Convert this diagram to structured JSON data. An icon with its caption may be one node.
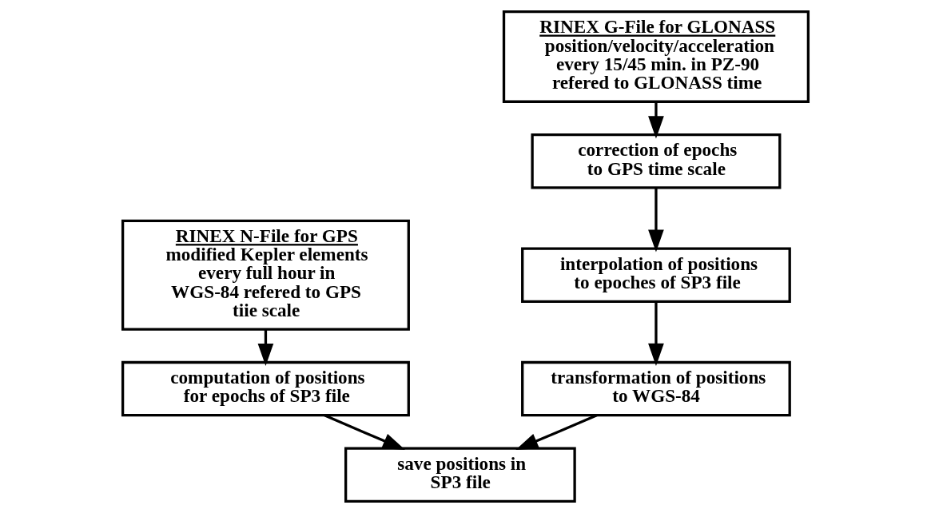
{
  "diagram": {
    "nodes": [
      {
        "text": [
          "RINEX N-File for GPS",
          "modified Kepler elements every full hour in WGS-84 refered to GPS tiie scale"
        ]
      },
      {
        "text": [
          "RINEX G-File for GLONASS",
          "position/velocity/acceleration every 15/45 min. in PZ-90 refered to GLONASS time"
        ]
      },
      {
        "text": [
          "computation of positions for epochs of SP3 file"
        ]
      },
      {
        "text": [
          "correction of epochs to GPS time scale"
        ]
      },
      {
        "text": [
          "interpolation of positions to epoches of SP3 file"
        ]
      },
      {
        "text": [
          "transformation of positions to WGS-84"
        ]
      },
      {
        "text": [
          "save positions in SP3 file"
        ]
      }
    ],
    "edges": [
      {
        "from": 0,
        "to": 2,
        "arrow": "to"
      },
      {
        "from": 2,
        "to": 6,
        "arrow": "to"
      },
      {
        "from": 1,
        "to": 3,
        "arrow": "to"
      },
      {
        "from": 3,
        "to": 4,
        "arrow": "to"
      },
      {
        "from": 4,
        "to": 5,
        "arrow": "to"
      },
      {
        "from": 5,
        "to": 6,
        "arrow": "to"
      }
    ]
  }
}
